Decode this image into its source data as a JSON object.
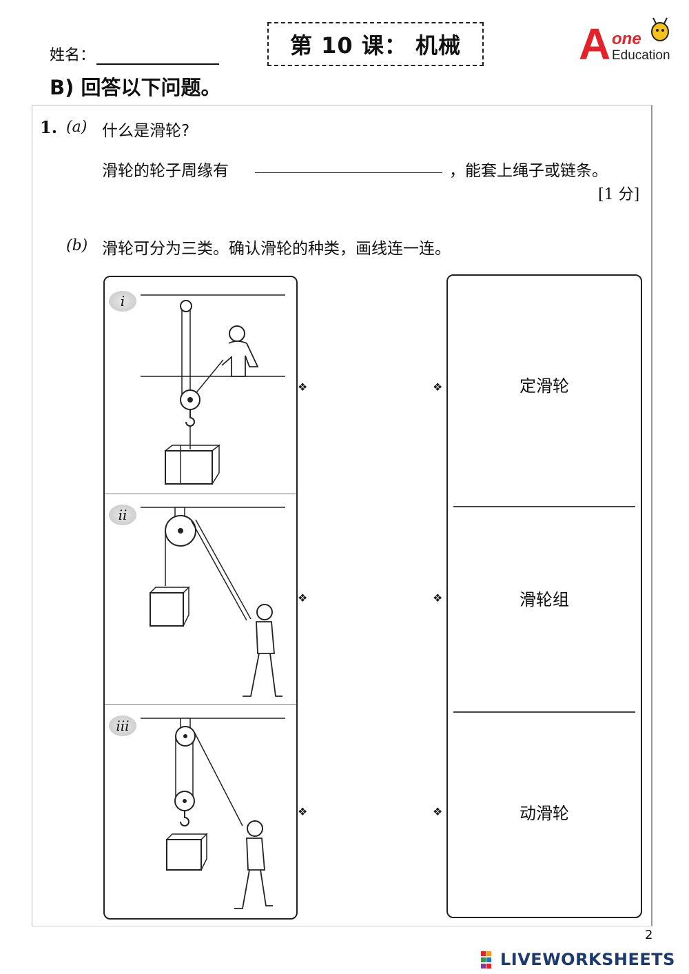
{
  "header": {
    "name_label": "姓名：",
    "lesson_title": "第 10 课：  机械",
    "section_title": "B) 回答以下问题。",
    "logo": {
      "mark": "A",
      "word_one": "one",
      "word_edu": "Education"
    }
  },
  "question": {
    "number": "1.",
    "part_a": {
      "label": "(a)",
      "text": "什么是滑轮?",
      "answer_prefix": "滑轮的轮子周缘有",
      "answer_suffix": "，能套上绳子或链条。",
      "marks": "[1 分]"
    },
    "part_b": {
      "label": "(b)",
      "text": "滑轮可分为三类。确认滑轮的种类，画线连一连。"
    },
    "pictures": [
      {
        "label": "i"
      },
      {
        "label": "ii"
      },
      {
        "label": "iii"
      }
    ],
    "answers": [
      {
        "label": "定滑轮"
      },
      {
        "label": "滑轮组"
      },
      {
        "label": "动滑轮"
      }
    ],
    "connector_symbol": "❖"
  },
  "footer": {
    "page_number": "2",
    "brand": "LIVEWORKSHEETS"
  },
  "colors": {
    "logo_red": "#e3232a",
    "logo_orange": "#f39a1e",
    "brand_blue": "#1d3a6e"
  }
}
